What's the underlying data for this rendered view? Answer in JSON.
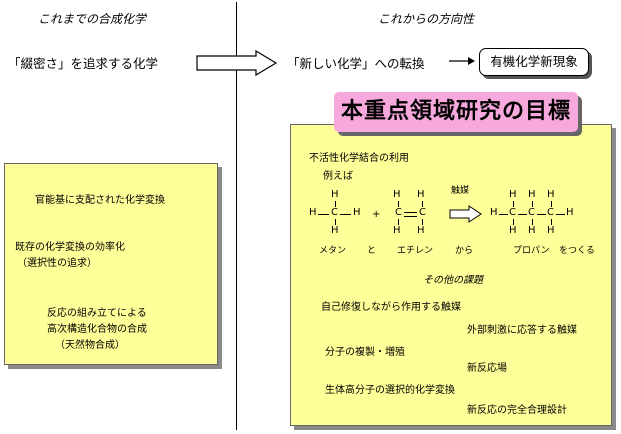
{
  "headers": {
    "left": "これまでの合成化学",
    "right": "これからの方向性"
  },
  "transition": {
    "from": "「綴密さ」を追求する化学",
    "to": "「新しい化学」への転換",
    "result": "有機化学新現象"
  },
  "left_box": {
    "items": [
      "官能基に支配された化学変換",
      "既存の化学変換の効率化",
      "（選択性の追求）",
      "反応の組み立てによる",
      "高次構造化合物の合成",
      "（天然物合成）"
    ]
  },
  "goals_title": "本重点領域研究の目標",
  "right_box": {
    "heading": "不活性化学結合の利用",
    "example_label": "例えば",
    "catalyst_label": "触媒",
    "molecule_labels": [
      "メタン",
      "と",
      "エチレン",
      "から",
      "プロパン",
      "をつくる"
    ],
    "other_topics_label": "その他の課題",
    "topics": [
      "自己修復しながら作用する触媒",
      "外部刺激に応答する触媒",
      "分子の複製・増殖",
      "新反応場",
      "生体高分子の選択的化学変換",
      "新反応の完全合理設計"
    ]
  },
  "chem": {
    "H": "H",
    "C": "C",
    "plus": "+"
  },
  "colors": {
    "box_fill": "#ffff99",
    "title_fill": "#f7a8dc"
  }
}
